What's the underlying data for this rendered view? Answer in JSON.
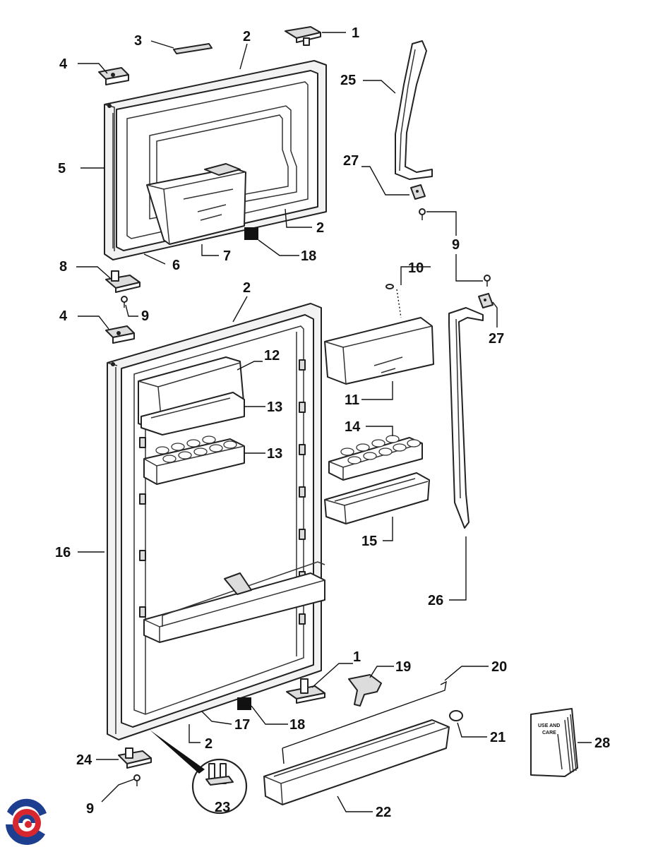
{
  "callouts": {
    "c1a": "1",
    "c1b": "1",
    "c2a": "2",
    "c2b": "2",
    "c2c": "2",
    "c2d": "2",
    "c3": "3",
    "c4a": "4",
    "c4b": "4",
    "c5": "5",
    "c6": "6",
    "c7": "7",
    "c8": "8",
    "c9a": "9",
    "c9b": "9",
    "c9c": "9",
    "c10": "10",
    "c11": "11",
    "c12": "12",
    "c13a": "13",
    "c13b": "13",
    "c14": "14",
    "c15": "15",
    "c16": "16",
    "c17": "17",
    "c18a": "18",
    "c18b": "18",
    "c19": "19",
    "c20": "20",
    "c21": "21",
    "c22": "22",
    "c23": "23",
    "c24": "24",
    "c25": "25",
    "c26": "26",
    "c27a": "27",
    "c27b": "27",
    "c28": "28"
  },
  "booklet": {
    "line1": "USE AND",
    "line2": "CARE"
  },
  "colors": {
    "logo_red": "#d7262e",
    "logo_blue": "#1e3f8f",
    "line": "#222222"
  }
}
